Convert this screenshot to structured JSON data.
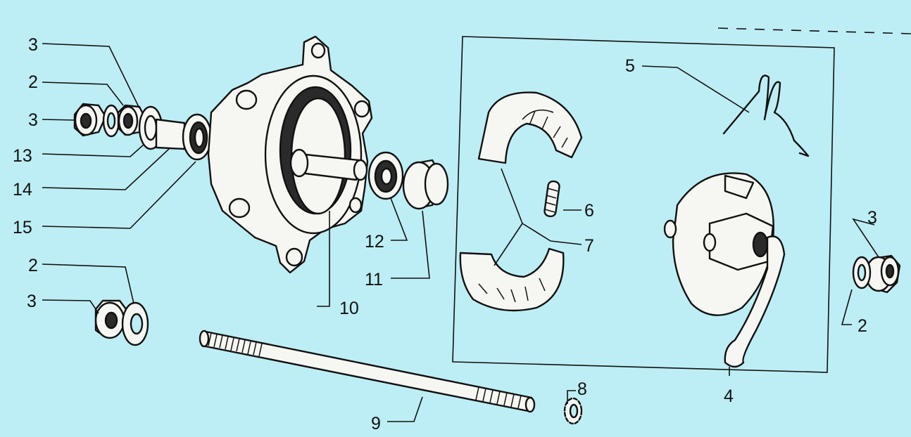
{
  "colors": {
    "background": "#bdeef6",
    "ink": "#111111",
    "part_fill": "#f6f6f2"
  },
  "callouts": {
    "c3a": "3",
    "c2a": "2",
    "c3b": "3",
    "c13": "13",
    "c14": "14",
    "c15": "15",
    "c2b": "2",
    "c3c": "3",
    "c12": "12",
    "c11": "11",
    "c10": "10",
    "c9": "9",
    "c8": "8",
    "c5": "5",
    "c6": "6",
    "c7": "7",
    "c4": "4",
    "c3d": "3",
    "c2c": "2"
  }
}
